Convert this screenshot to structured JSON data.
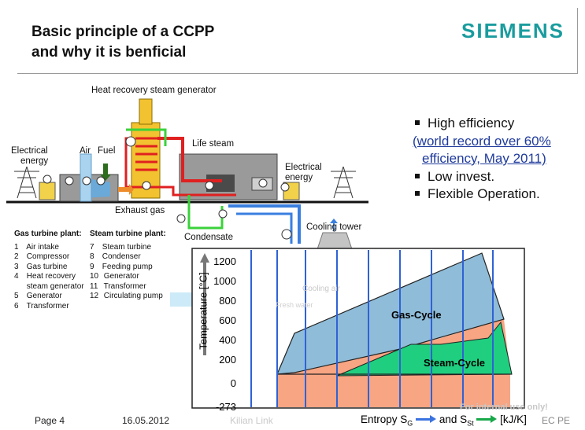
{
  "slide": {
    "title_line1": "Basic principle of a CCPP",
    "title_line2": "and why it is benficial",
    "logo": "SIEMENS"
  },
  "bullets": {
    "b1": "High efficiency",
    "b1_link1": "(world record over 60%",
    "b1_link2": "efficiency, May 2011)",
    "b2": "Low invest.",
    "b3": "Flexible Operation."
  },
  "diagram": {
    "hrsg_label": "Heat recovery steam generator",
    "electrical_left": "Electrical",
    "energy_left": "energy",
    "air_label": "Air",
    "fuel_label": "Fuel",
    "life_steam": "Life steam",
    "electrical_right": "Electrical",
    "energy_right": "energy",
    "exhaust_gas": "Exhaust gas",
    "condensate": "Condensate",
    "cooling_tower": "Cooling tower",
    "cooling_air": "Cooling air",
    "fresh_water": "Fresh water"
  },
  "gas_turbine_plant": {
    "header": "Gas turbine plant:",
    "items": [
      {
        "n": "1",
        "label": "Air intake"
      },
      {
        "n": "2",
        "label": "Compressor"
      },
      {
        "n": "3",
        "label": "Gas turbine"
      },
      {
        "n": "4",
        "label": "Heat recovery"
      },
      {
        "n": "",
        "label": "steam generator"
      },
      {
        "n": "5",
        "label": "Generator"
      },
      {
        "n": "6",
        "label": "Transformer"
      }
    ]
  },
  "steam_turbine_plant": {
    "header": "Steam turbine plant:",
    "items": [
      {
        "n": "7",
        "label": "Steam turbine"
      },
      {
        "n": "8",
        "label": "Condenser"
      },
      {
        "n": "9",
        "label": "Feeding pump"
      },
      {
        "n": "10",
        "label": "Generator"
      },
      {
        "n": "11",
        "label": "Transformer"
      },
      {
        "n": "12",
        "label": "Circulating pump"
      }
    ]
  },
  "chart_data": {
    "type": "area",
    "ylabel": "Temperature [°C]",
    "y_ticks": [
      "1200",
      "1000",
      "800",
      "600",
      "400",
      "200",
      "0",
      "-273"
    ],
    "xlabel_text": "Entropy S",
    "xlabel_sub_g": "G",
    "xlabel_and": "and S",
    "xlabel_sub_st": "St",
    "xlabel_unit": "[kJ/K]",
    "series": [
      {
        "name": "Gas-Cycle",
        "color": "#8fbcd8"
      },
      {
        "name": "Steam-Cycle",
        "color": "#1fcf7f"
      }
    ],
    "colors": {
      "gas": "#8fbcd8",
      "steam": "#1fcf7f",
      "loss": "#f7a583",
      "grid": "#2f62d6",
      "arrow_g": "#3a73e0",
      "arrow_st": "#17a84a"
    }
  },
  "footer": {
    "page": "Page 4",
    "date": "16.05.2012",
    "author": "Kilian Link",
    "internal": "For internal use only!",
    "dept": "EC PE"
  }
}
